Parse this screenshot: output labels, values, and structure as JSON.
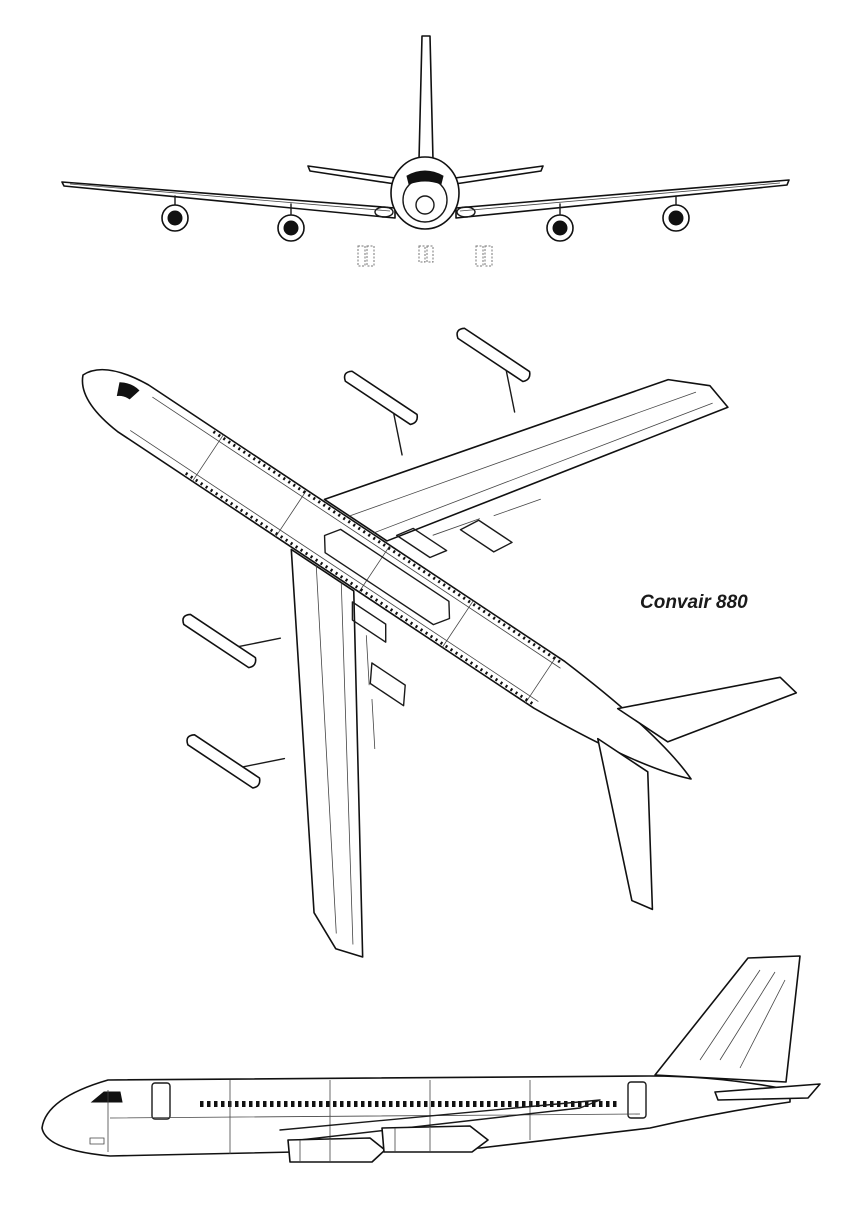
{
  "drawing": {
    "title": "Convair 880",
    "views": [
      "front-view",
      "top-view",
      "side-view"
    ],
    "line_color": "#111111",
    "background_color": "#ffffff"
  }
}
